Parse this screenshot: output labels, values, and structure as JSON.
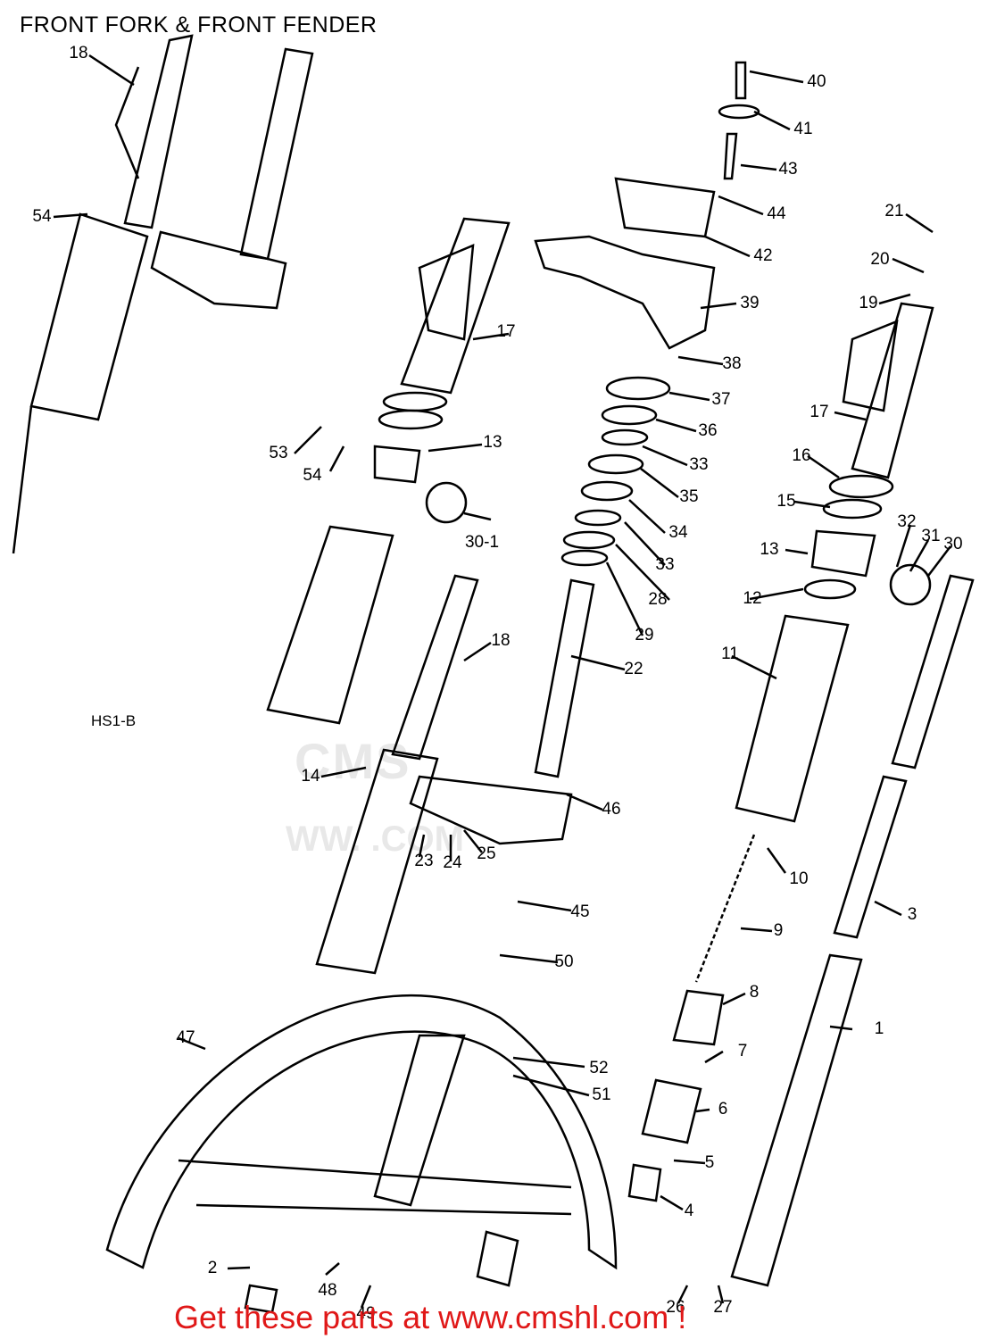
{
  "title": "FRONT FORK & FRONT FENDER",
  "model_code": "HS1-B",
  "footer": "Get these parts at www.cmshl.com !",
  "watermark": {
    "line1": "CMS",
    "line2": "WW.         .COM"
  },
  "colors": {
    "footer": "#e01818",
    "lines": "#000000",
    "watermark": "#e8e8e8"
  },
  "callouts": [
    "18",
    "54",
    "53",
    "54",
    "13",
    "30-1",
    "17",
    "40",
    "41",
    "43",
    "44",
    "42",
    "39",
    "38",
    "37",
    "36",
    "33",
    "35",
    "34",
    "33",
    "28",
    "29",
    "21",
    "20",
    "19",
    "17",
    "16",
    "15",
    "13",
    "32",
    "31",
    "30",
    "12",
    "11",
    "18",
    "22",
    "14",
    "46",
    "23",
    "24",
    "25",
    "10",
    "3",
    "45",
    "9",
    "50",
    "8",
    "1",
    "47",
    "52",
    "51",
    "7",
    "6",
    "5",
    "4",
    "2",
    "48",
    "49",
    "26",
    "27"
  ]
}
